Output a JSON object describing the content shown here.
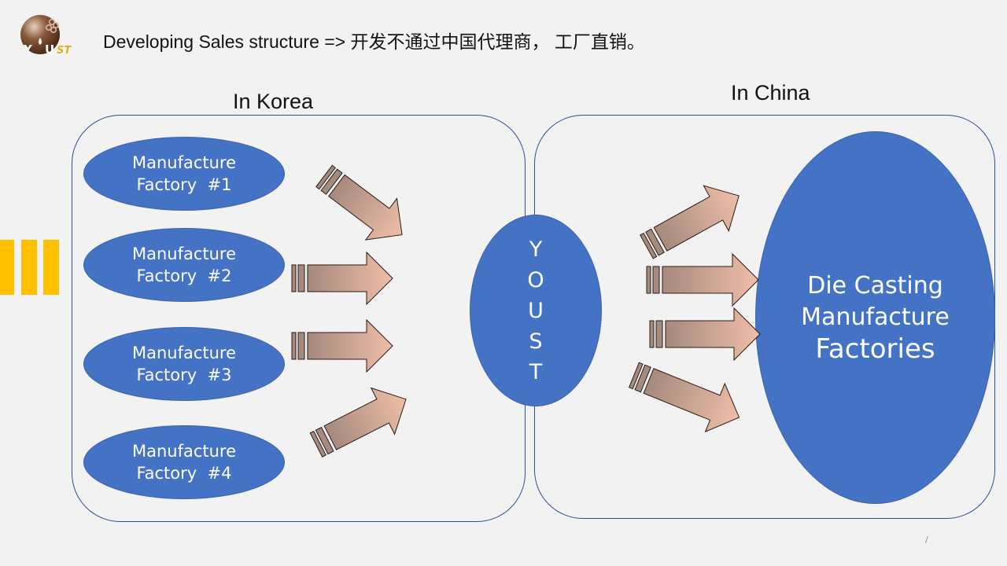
{
  "header": {
    "logo_text": "YOUST",
    "title": "Developing Sales structure => 开发不通过中国代理商， 工厂直销。"
  },
  "regions": {
    "korea": {
      "label": "In Korea",
      "factories": [
        {
          "line1": "Manufacture",
          "line2": "Factory  #1"
        },
        {
          "line1": "Manufacture",
          "line2": "Factory  #2"
        },
        {
          "line1": "Manufacture",
          "line2": "Factory  #3"
        },
        {
          "line1": "Manufacture",
          "line2": "Factory  #4"
        }
      ]
    },
    "hub": {
      "letters": [
        "Y",
        "O",
        "U",
        "S",
        "T"
      ]
    },
    "china": {
      "label": "In China",
      "target": {
        "line1": "Die Casting",
        "line2": "Manufacture",
        "line3": "Factories"
      }
    }
  },
  "colors": {
    "ellipse_fill": "#4472c4",
    "accent_bars": "#ffc000",
    "arrow_gradient_start": "#a58a7e",
    "arrow_gradient_end": "#f0bea8",
    "region_border": "#2f4f8f"
  },
  "arrows": [
    {
      "group": "korea",
      "direction": "down-right"
    },
    {
      "group": "korea",
      "direction": "right"
    },
    {
      "group": "korea",
      "direction": "right"
    },
    {
      "group": "korea",
      "direction": "up-right"
    },
    {
      "group": "china",
      "direction": "up-right"
    },
    {
      "group": "china",
      "direction": "right"
    },
    {
      "group": "china",
      "direction": "right"
    },
    {
      "group": "china",
      "direction": "down-right"
    }
  ],
  "page_number": "/"
}
